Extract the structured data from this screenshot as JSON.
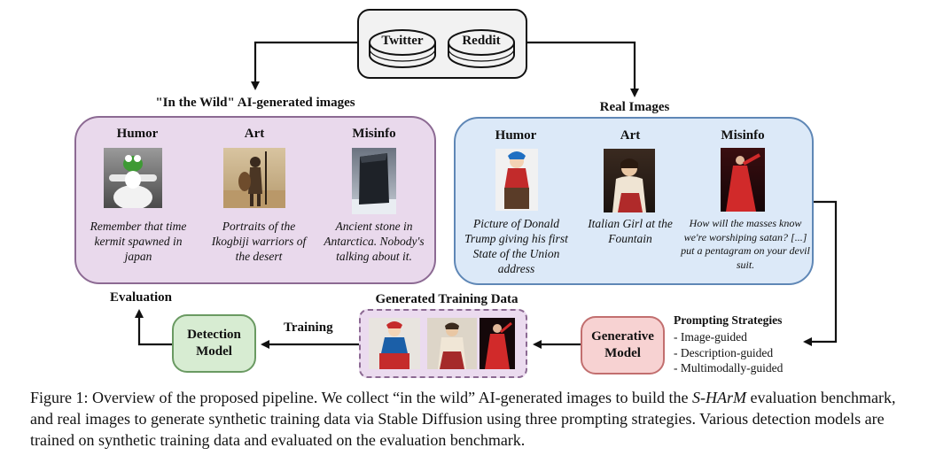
{
  "sources": {
    "twitter": "Twitter",
    "reddit": "Reddit"
  },
  "wild": {
    "title": "\"In the Wild\" AI-generated images",
    "columns": [
      {
        "category": "Humor",
        "caption": "Remember that time kermit spawned in japan"
      },
      {
        "category": "Art",
        "caption": "Portraits of the Ikogbiji warriors of the desert"
      },
      {
        "category": "Misinfo",
        "caption": "Ancient stone in Antarctica. Nobody's talking about it."
      }
    ]
  },
  "real": {
    "title": "Real Images",
    "columns": [
      {
        "category": "Humor",
        "caption": "Picture of Donald Trump giving his first State of the Union address"
      },
      {
        "category": "Art",
        "caption": "Italian Girl at the Fountain"
      },
      {
        "category": "Misinfo",
        "caption": "How will the masses know we're worshiping satan? [...] put a pentagram on your devil suit."
      }
    ]
  },
  "generated_title": "Generated Training Data",
  "evaluation_label": "Evaluation",
  "training_label": "Training",
  "detection_model": {
    "line1": "Detection",
    "line2": "Model"
  },
  "generative_model": {
    "line1": "Generative",
    "line2": "Model"
  },
  "prompting": {
    "title": "Prompting Strategies",
    "items": [
      "- Image-guided",
      "- Description-guided",
      "- Multimodally-guided"
    ]
  },
  "figure_caption": {
    "label": "Figure 1:",
    "part1": "Overview of the proposed pipeline. We collect “in the wild” AI-generated images to build the",
    "benchmark": "S-HArM",
    "part2": "evaluation benchmark, and real images to generate synthetic training data via Stable Diffusion using three prompting strategies. Various detection models are trained on synthetic training data and evaluated on the evaluation benchmark."
  },
  "colors": {
    "wild_fill": "#e9d9ec",
    "wild_border": "#8c6a93",
    "real_fill": "#dce9f8",
    "real_border": "#5f87b6",
    "detect_fill": "#d7ecd2",
    "detect_border": "#6a9a62",
    "gen_fill": "#f7d2d2",
    "gen_border": "#c26f6f",
    "generated_fill": "#ebdbef",
    "generated_border": "#8c6a93"
  }
}
